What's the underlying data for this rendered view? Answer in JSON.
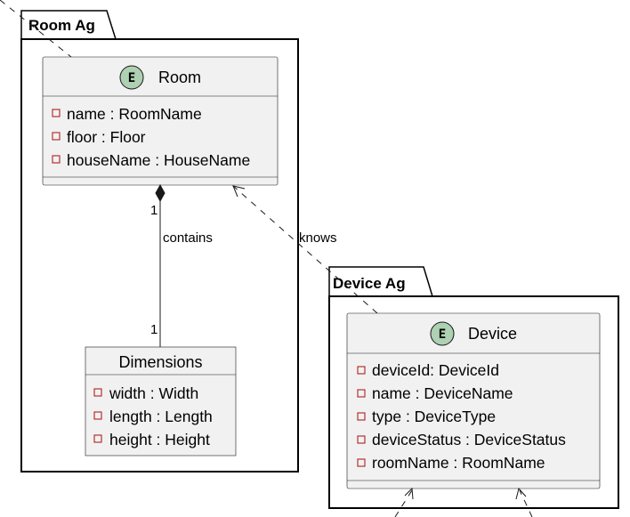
{
  "packages": {
    "room": {
      "title": "Room Ag"
    },
    "device": {
      "title": "Device Ag"
    }
  },
  "classes": {
    "room": {
      "name": "Room",
      "stereotype": "E",
      "attributes": [
        "name : RoomName",
        "floor : Floor",
        "houseName : HouseName"
      ]
    },
    "dimensions": {
      "name": "Dimensions",
      "attributes": [
        "width : Width",
        "length : Length",
        "height : Height"
      ]
    },
    "device": {
      "name": "Device",
      "stereotype": "E",
      "attributes": [
        "deviceId: DeviceId",
        "name : DeviceName",
        "type : DeviceType",
        "deviceStatus : DeviceStatus",
        "roomName : RoomName"
      ]
    }
  },
  "relations": {
    "contains": {
      "label": "contains",
      "source_multiplicity": "1",
      "target_multiplicity": "1"
    },
    "knows": {
      "label": "knows"
    }
  },
  "colors": {
    "class_fill": "#f1f1f1",
    "spot_fill": "#add1b2",
    "visibility_marker": "#b02020"
  },
  "icons": {
    "spot": "entity-spot-icon",
    "visibility": "private-visibility-icon"
  }
}
